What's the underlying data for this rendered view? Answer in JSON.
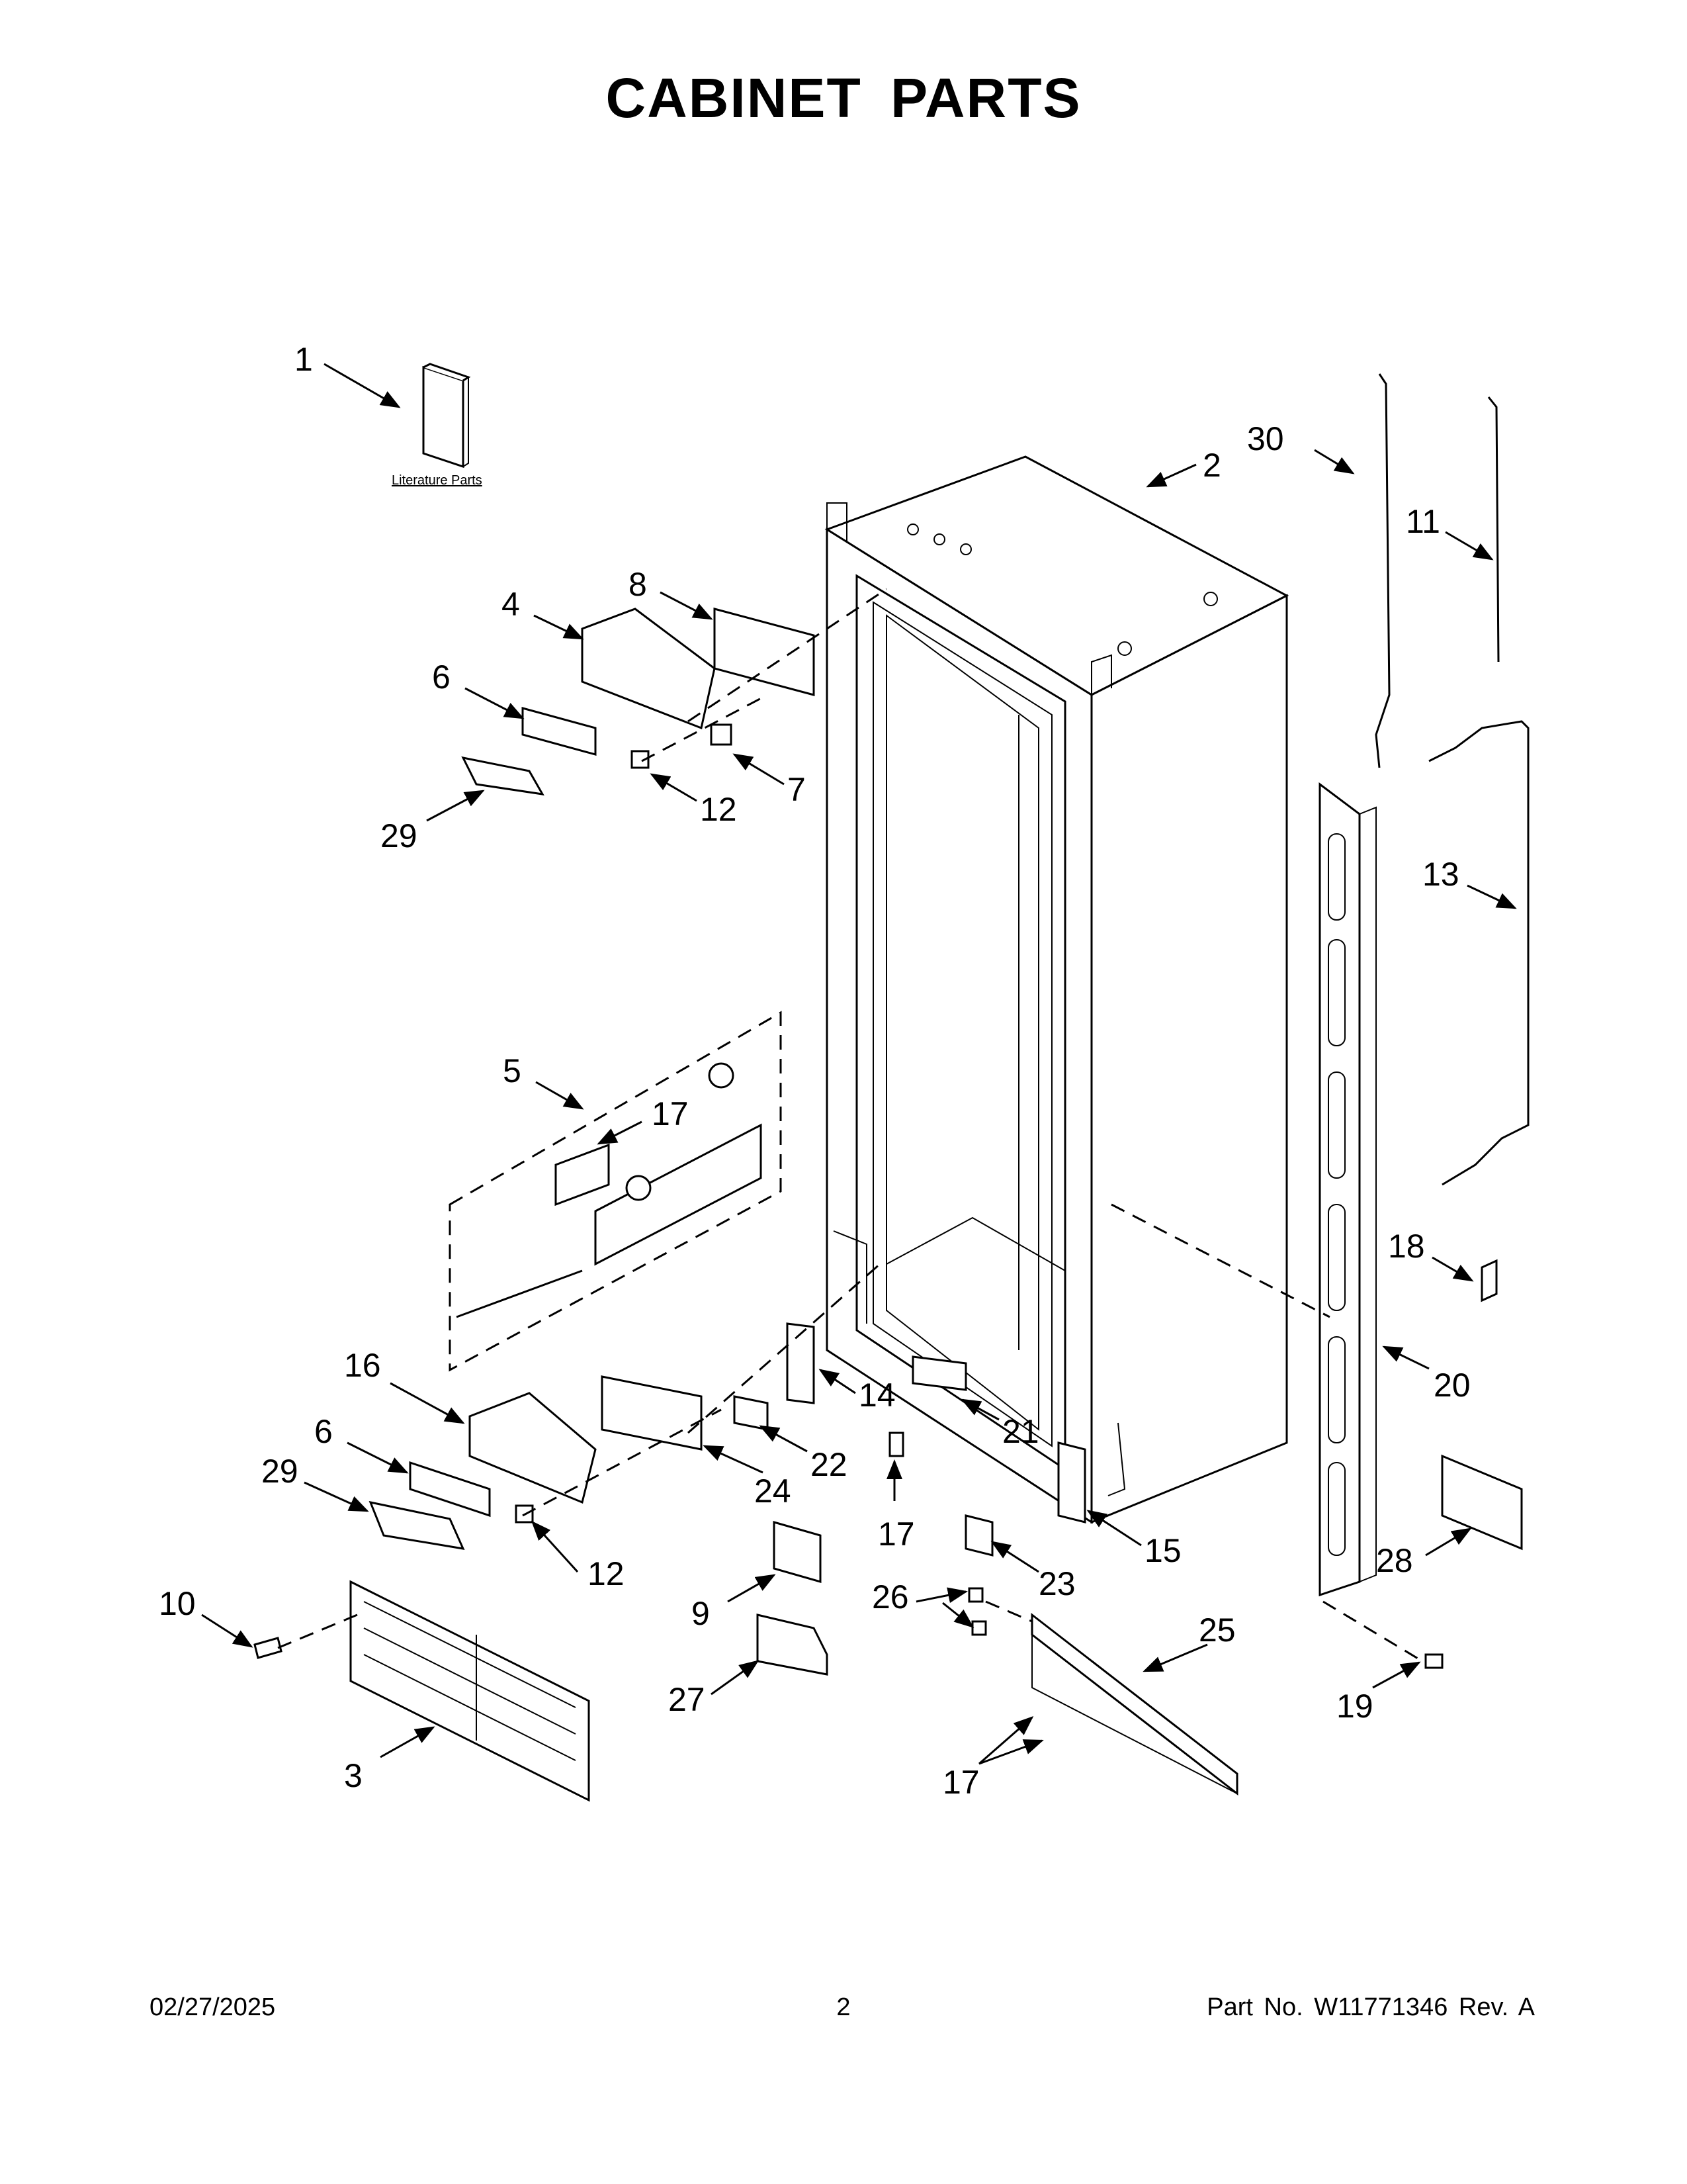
{
  "title": "CABINET PARTS",
  "literature_label": "Literature Parts",
  "callouts": [
    "1",
    "2",
    "30",
    "11",
    "4",
    "8",
    "6",
    "7",
    "12",
    "29",
    "13",
    "5",
    "17",
    "18",
    "20",
    "16",
    "14",
    "21",
    "6",
    "22",
    "29",
    "24",
    "17",
    "15",
    "12",
    "23",
    "28",
    "10",
    "9",
    "26",
    "25",
    "27",
    "3",
    "17",
    "19"
  ],
  "footer": {
    "date": "02/27/2025",
    "page": "2",
    "part": "Part No.  W11771346  Rev.  A"
  }
}
